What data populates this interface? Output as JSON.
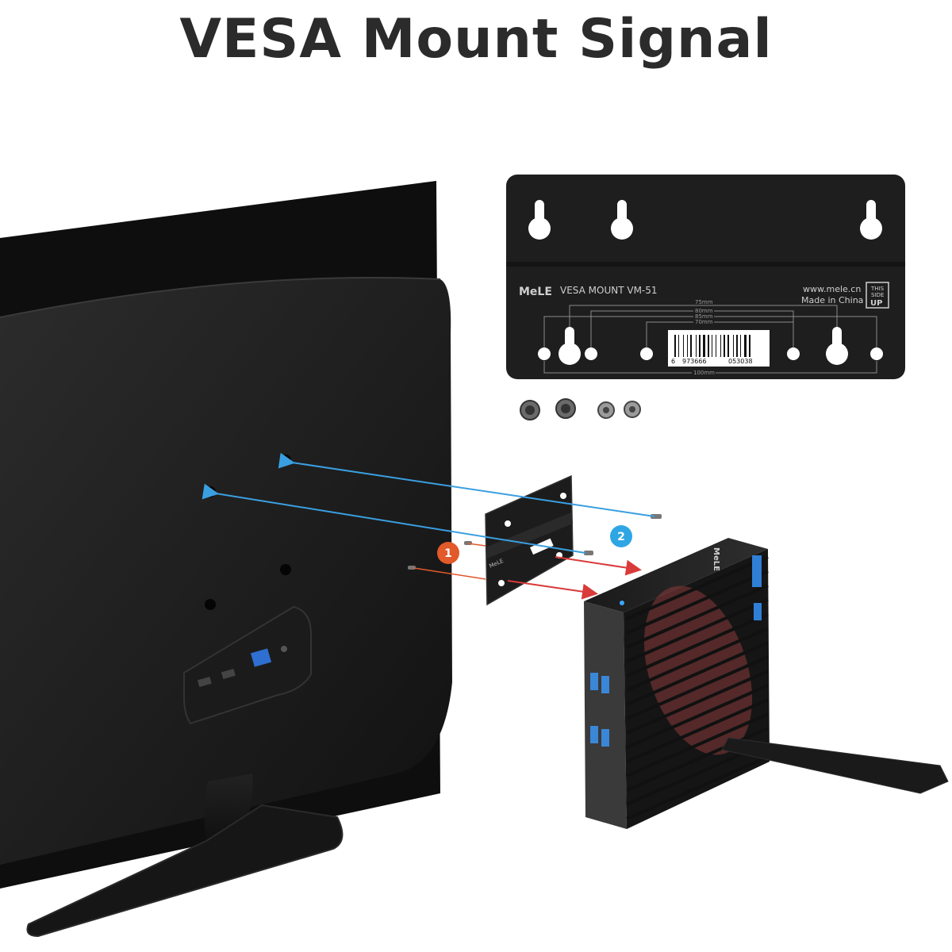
{
  "title": "VESA Mount Signal",
  "bracket": {
    "brand": "MeLE",
    "model": "VESA MOUNT VM-51",
    "website": "www.mele.cn",
    "origin": "Made in China",
    "orientation_line1": "THIS",
    "orientation_line2": "SIDE",
    "orientation_line3": "UP",
    "dimensions": [
      "75mm",
      "80mm",
      "85mm",
      "70mm"
    ],
    "width_dim": "100mm",
    "barcode_prefix": "6",
    "barcode_left": "973666",
    "barcode_right": "053038"
  },
  "steps": {
    "step1": "1",
    "step2": "2"
  },
  "pc": {
    "logo": "MeLE"
  },
  "colors": {
    "step1": "#e2592a",
    "step2": "#2fa6e4",
    "arrow_blue": "#3a9fe0",
    "arrow_red": "#d93a3a",
    "bracket": "#1e1e1e"
  }
}
